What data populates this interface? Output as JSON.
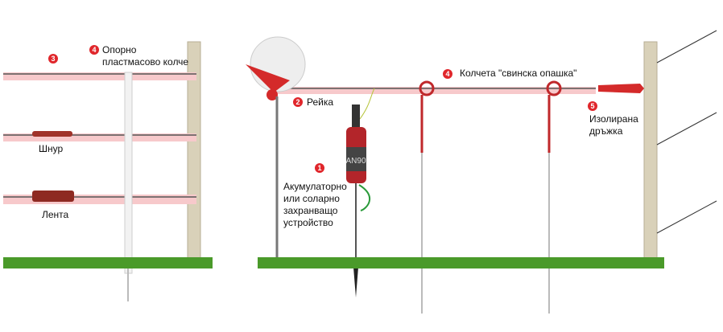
{
  "labels": {
    "cord": "Шнур",
    "tape": "Лента",
    "post_badge": "4",
    "post_line1": "Опорно",
    "post_line2": "пластмасово колче",
    "wire_badge": "3",
    "reel_badge": "2",
    "reel": "Рейка",
    "pigtail_badge": "4",
    "pigtail": "Колчета \"свинска опашка\"",
    "energizer_badge": "1",
    "energizer_line1": "Акумулаторно",
    "energizer_line2": "или соларно",
    "energizer_line3": "захранващо",
    "energizer_line4": "устройство",
    "handle_badge": "5",
    "handle_line1": "Изолирана",
    "handle_line2": "дръжка",
    "device_model": "AN90"
  },
  "colors": {
    "accent": "#e0262b",
    "glow": "#f7c9cb",
    "grass": "#4a9a2a",
    "post": "#d8d0b8"
  }
}
